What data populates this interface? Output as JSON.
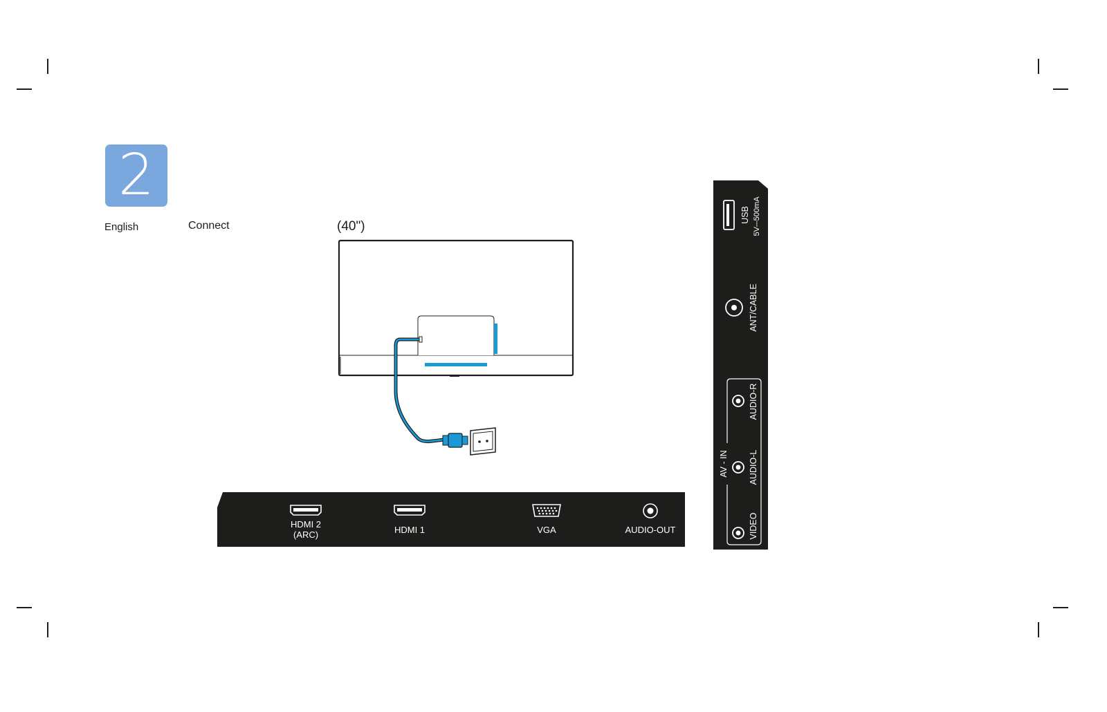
{
  "header": {
    "step_number": "2",
    "language": "English",
    "section": "Connect",
    "tv_size": "(40\")"
  },
  "bottom_ports": {
    "hdmi2_line1": "HDMI 2",
    "hdmi2_line2": "(ARC)",
    "hdmi1": "HDMI 1",
    "vga": "VGA",
    "audio_out": "AUDIO-OUT"
  },
  "side_ports": {
    "usb": "USB",
    "usb_rating": "5V⎓500mA",
    "ant_cable": "ANT/CABLE",
    "av_in": "AV - IN",
    "audio_r": "AUDIO-R",
    "audio_l": "AUDIO-L",
    "video": "VIDEO"
  },
  "colors": {
    "badge": "#7aa7de",
    "panel": "#1d1d1b",
    "accent_blue": "#1a9ad6",
    "cable": "#1a9ad6"
  }
}
